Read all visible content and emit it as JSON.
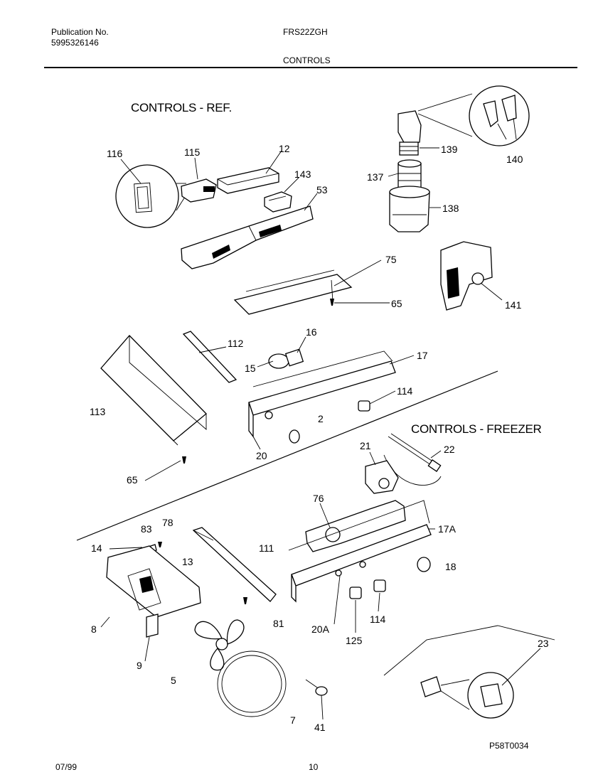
{
  "header": {
    "publication_label": "Publication No.",
    "publication_number": "5995326146",
    "model": "FRS22ZGH",
    "section_title": "CONTROLS"
  },
  "sections": {
    "ref": "CONTROLS  -  REF.",
    "freezer": "CONTROLS  -  FREEZER"
  },
  "callouts": [
    "116",
    "115",
    "12",
    "143",
    "53",
    "139",
    "140",
    "137",
    "138",
    "75",
    "65",
    "141",
    "16",
    "112",
    "17",
    "15",
    "114",
    "113",
    "2",
    "20",
    "65",
    "21",
    "22",
    "76",
    "17A",
    "83",
    "78",
    "14",
    "111",
    "13",
    "18",
    "8",
    "81",
    "20A",
    "114",
    "125",
    "9",
    "5",
    "23",
    "7",
    "41"
  ],
  "footer": {
    "date": "07/99",
    "page": "10",
    "drawing_id": "P58T0034"
  }
}
